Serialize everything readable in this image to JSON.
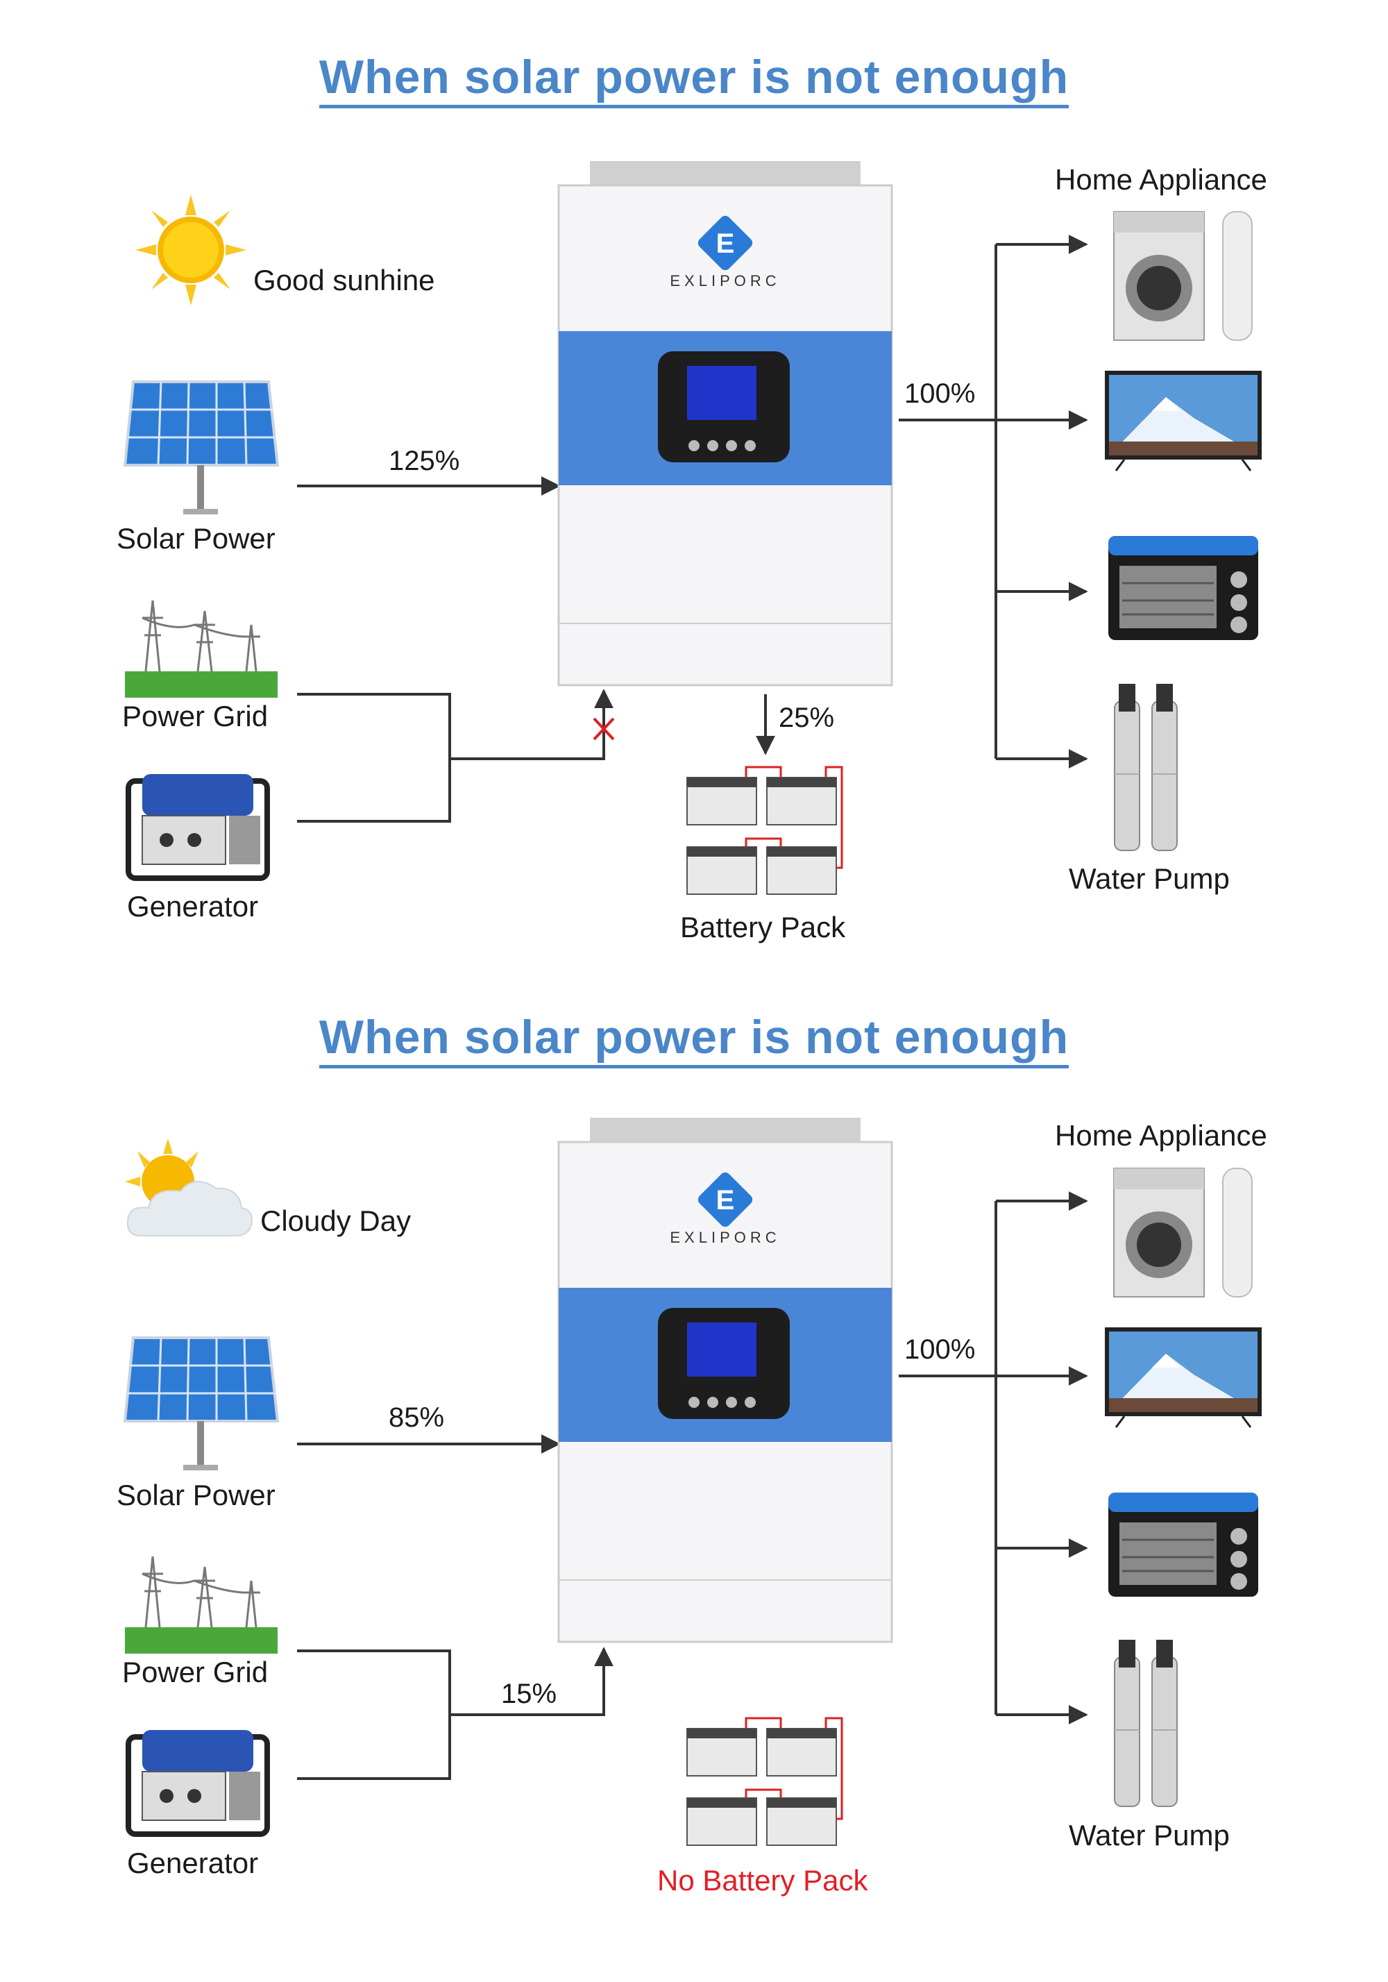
{
  "panels": [
    {
      "title": "When solar power is not enough",
      "weather": "Good sunhine",
      "solar_label": "Solar Power",
      "solar_percent": "125%",
      "grid_label": "Power Grid",
      "generator_label": "Generator",
      "battery_label": "Battery Pack",
      "battery_percent": "25%",
      "grid_input_blocked": true,
      "output_percent": "100%",
      "appliance_header": "Home Appliance",
      "pump_label": "Water Pump",
      "brand": "EXLIPORC"
    },
    {
      "title": "When solar power is not enough",
      "weather": "Cloudy Day",
      "solar_label": "Solar Power",
      "solar_percent": "85%",
      "grid_label": "Power Grid",
      "generator_label": "Generator",
      "grid_percent": "15%",
      "battery_label": "No Battery Pack",
      "battery_label_color": "#e31e24",
      "output_percent": "100%",
      "appliance_header": "Home Appliance",
      "pump_label": "Water Pump",
      "brand": "EXLIPORC"
    }
  ],
  "colors": {
    "title": "#4a86c8",
    "inverter_band": "#4a86d8",
    "wire": "#333333",
    "blocked_mark": "#e31e24"
  },
  "icons": [
    "sun-icon",
    "cloud-sun-icon",
    "solar-panel-icon",
    "power-grid-icon",
    "generator-icon",
    "battery-pack-icon",
    "inverter-icon",
    "washing-machine-icon",
    "air-conditioner-icon",
    "tv-icon",
    "oven-icon",
    "water-pump-icon"
  ]
}
